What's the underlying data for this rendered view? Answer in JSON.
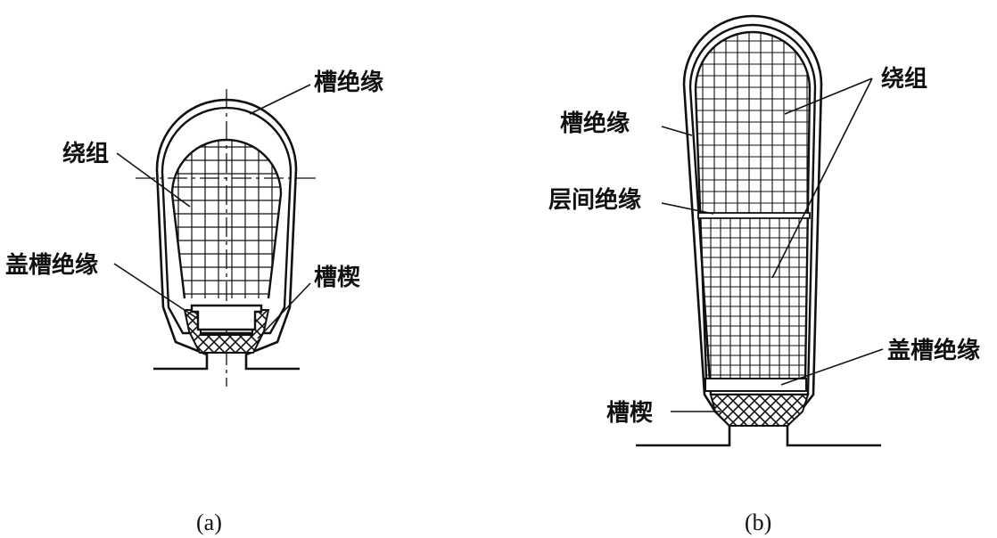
{
  "figure_a": {
    "caption": "(a)",
    "labels": {
      "slot_insulation": "槽绝缘",
      "winding": "绕组",
      "cover_slot_insulation": "盖槽绝缘",
      "slot_wedge": "槽楔"
    }
  },
  "figure_b": {
    "caption": "(b)",
    "labels": {
      "winding": "绕组",
      "slot_insulation": "槽绝缘",
      "interlayer_insulation": "层间绝缘",
      "cover_slot_insulation": "盖槽绝缘",
      "slot_wedge": "槽楔"
    }
  }
}
